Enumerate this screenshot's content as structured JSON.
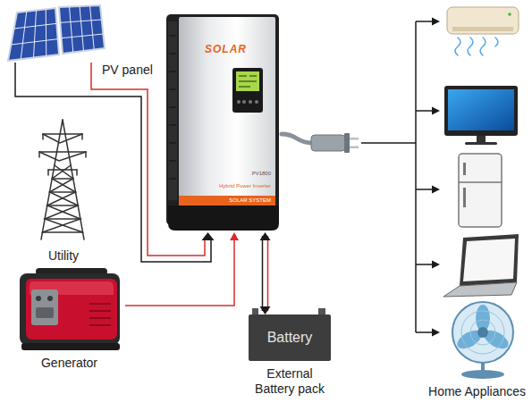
{
  "diagram": {
    "nodes": [
      {
        "text": [
          "PV panel"
        ]
      },
      {
        "text": [
          "SOLAR",
          "PV1800",
          "Hybrid Power Inverter",
          "SOLAR SYSTEM"
        ]
      },
      {
        "text": [
          "Utility"
        ]
      },
      {
        "text": [
          "Generator"
        ]
      },
      {
        "text": [
          "Battery",
          "External Battery pack"
        ]
      },
      {
        "text": [
          "Home Appliances"
        ]
      }
    ],
    "edges": [
      {
        "from": 0,
        "to": 1,
        "arrow": "to"
      },
      {
        "from": 3,
        "to": 1,
        "arrow": "to"
      },
      {
        "from": 1,
        "to": 4,
        "arrow": "both"
      },
      {
        "from": 1,
        "to": 5,
        "arrow": "to"
      }
    ]
  }
}
